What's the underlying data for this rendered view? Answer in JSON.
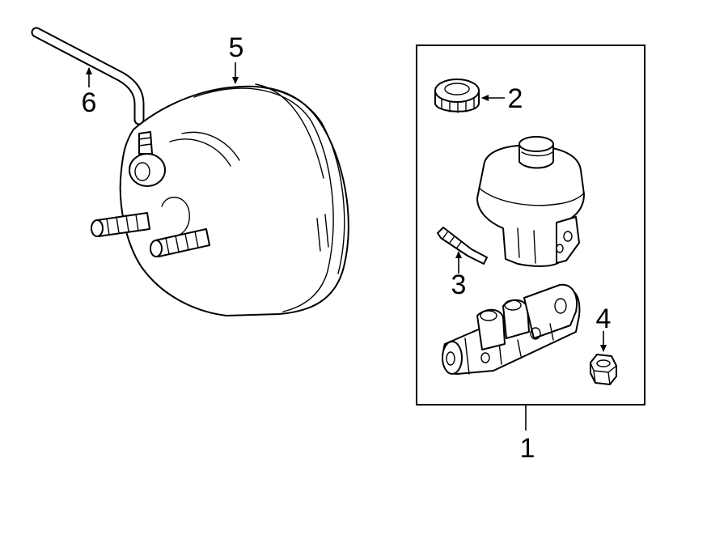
{
  "callouts": {
    "master_cylinder_assembly": "1",
    "reservoir_cap": "2",
    "sensor": "3",
    "nut": "4",
    "brake_booster": "5",
    "vacuum_hose": "6"
  },
  "colors": {
    "line": "#000000",
    "background": "#ffffff"
  }
}
